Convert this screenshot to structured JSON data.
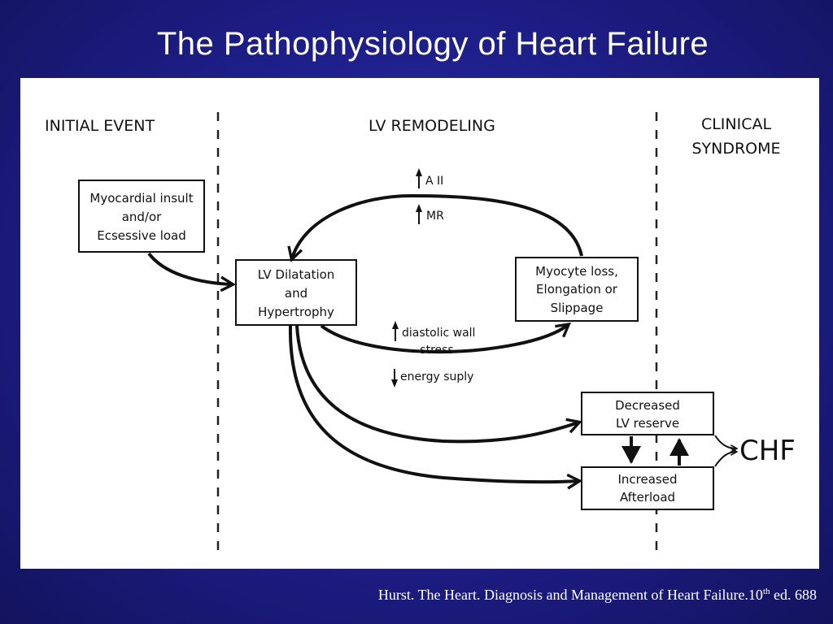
{
  "title": "The Pathophysiology of Heart Failure",
  "headers": {
    "initial": "INITIAL EVENT",
    "remodeling": "LV  REMODELING",
    "clinical_1": "CLINICAL",
    "clinical_2": "SYNDROME"
  },
  "boxes": {
    "insult": [
      "Myocardial insult",
      "and/or",
      "Ecsessive load"
    ],
    "dilatation": [
      "LV Dilatation",
      "and",
      "Hypertrophy"
    ],
    "myocyte": [
      "Myocyte loss,",
      "Elongation or",
      "Slippage"
    ],
    "reserve": [
      "Decreased",
      "LV reserve"
    ],
    "afterload": [
      "Increased",
      "Afterload"
    ]
  },
  "labels": {
    "a2": "A II",
    "mr": "MR",
    "stress_1": "diastolic wall",
    "stress_2": "stress",
    "energy": "energy suply",
    "chf": "CHF"
  },
  "footer": {
    "text": "Hurst. The Heart. Diagnosis and Management of Heart Failure.10",
    "sup": "th",
    "tail": " ed. 688"
  }
}
